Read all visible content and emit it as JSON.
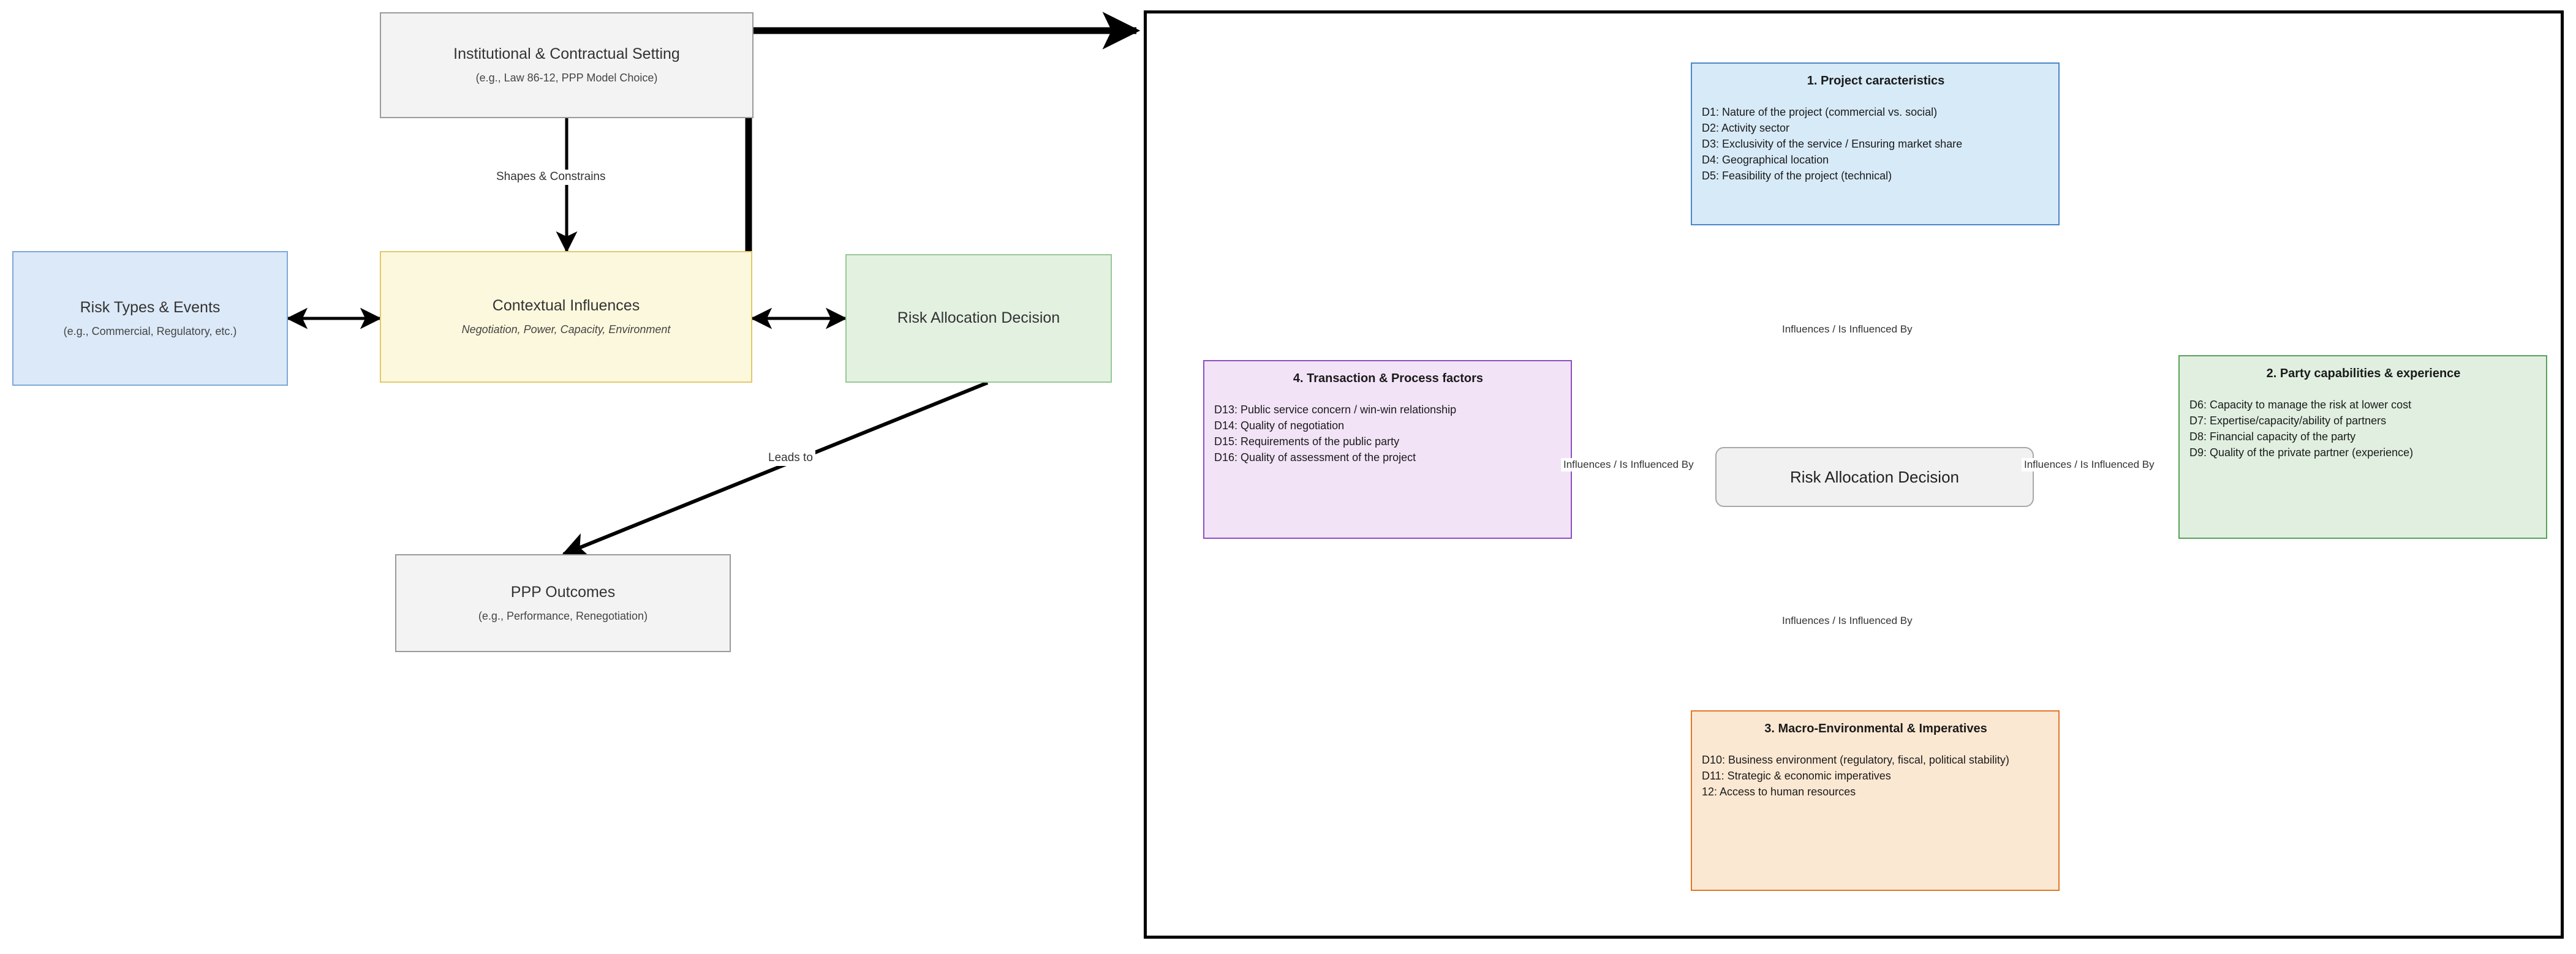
{
  "left_panel": {
    "nodes": [
      {
        "id": "institutional-setting",
        "title": "Institutional & Contractual Setting",
        "subtitle": "(e.g., Law 86-12, PPP Model Choice)"
      },
      {
        "id": "risk-types-events",
        "title": "Risk Types & Events",
        "subtitle": "(e.g., Commercial, Regulatory, etc.)"
      },
      {
        "id": "contextual-influences",
        "title": "Contextual Influences",
        "subtitle": "Negotiation, Power, Capacity, Environment"
      },
      {
        "id": "risk-allocation-decision",
        "title": "Risk Allocation Decision",
        "subtitle": ""
      },
      {
        "id": "ppp-outcomes",
        "title": "PPP Outcomes",
        "subtitle": "(e.g., Performance, Renegotiation)"
      }
    ],
    "edge_labels": {
      "shapes_constrains": "Shapes & Constrains",
      "leads_to": "Leads to"
    }
  },
  "right_panel": {
    "center": {
      "label": "Risk Allocation Decision"
    },
    "relation_label": "Influences / Is Influenced By",
    "quadrants": [
      {
        "id": "project-characteristics",
        "number": "1.",
        "title": "1. Project caracteristics",
        "color": "#4a86c8",
        "fill": "#d7eaf8",
        "items": [
          "D1: Nature of the project (commercial vs. social)",
          "D2: Activity sector",
          "D3: Exclusivity of the service / Ensuring market share",
          "D4: Geographical location",
          "D5: Feasibility of the project (technical)"
        ]
      },
      {
        "id": "party-capabilities",
        "number": "2.",
        "title": "2. Party capabilities & experience",
        "color": "#58a158",
        "fill": "#e0efe0",
        "items": [
          "D6: Capacity to manage the risk at lower cost",
          "D7: Expertise/capacity/ability of partners",
          "D8: Financial capacity of the party",
          "D9: Quality of the private partner (experience)"
        ]
      },
      {
        "id": "macro-environmental",
        "number": "3.",
        "title": "3. Macro-Environmental & Imperatives",
        "color": "#e2762b",
        "fill": "#fbe8d2",
        "items": [
          "D10: Business environment (regulatory, fiscal, political stability)",
          "D11: Strategic & economic imperatives",
          "12: Access to human resources"
        ]
      },
      {
        "id": "transaction-process",
        "number": "4.",
        "title": "4. Transaction & Process factors",
        "color": "#8c4fc0",
        "fill": "#f2e3f7",
        "items": [
          "D13: Public service concern / win-win relationship",
          "D14: Quality of negotiation",
          "D15: Requirements of the public party",
          "D16: Quality of assessment of the project"
        ]
      }
    ]
  },
  "theme": {
    "arrow_color": "#000000",
    "dashed_connector_color": "#9e9e9e",
    "panel_border_color": "#000000",
    "background": "#ffffff"
  }
}
